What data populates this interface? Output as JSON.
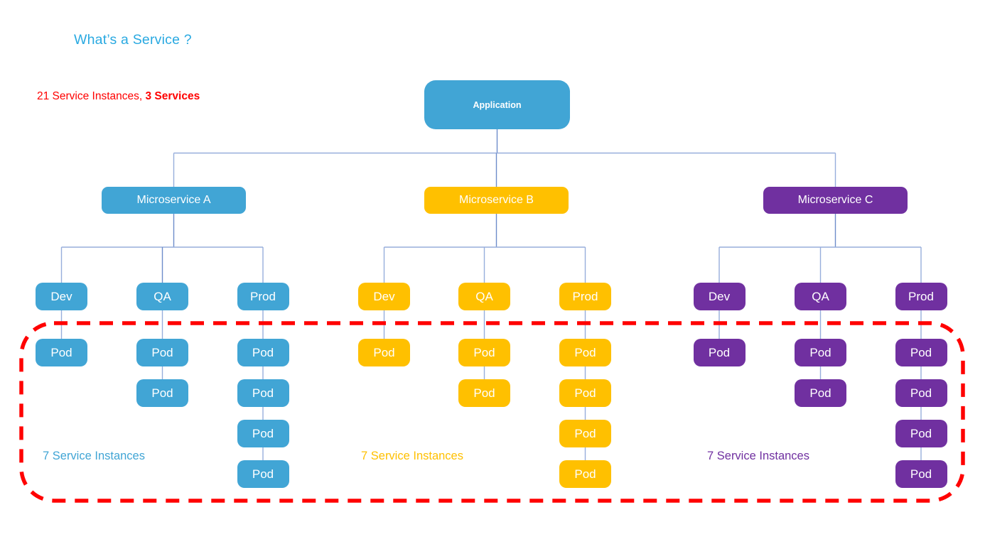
{
  "page": {
    "title": "What’s a Service ?"
  },
  "summary": {
    "text": "21 Service Instances, ",
    "bold": "3 Services"
  },
  "root": {
    "label": "Application"
  },
  "colors": {
    "blue": "#41A5D5",
    "yellow": "#FFC000",
    "purple": "#7030A0",
    "red": "#FF0000",
    "title": "#29A9E1",
    "connector_dark": "#6E8DCB",
    "connector_light": "#97AEDC",
    "boundary": "#FF0000"
  },
  "groups": [
    {
      "key": "microservice-a",
      "label": "Microservice A",
      "color_key": "blue",
      "note": "7 Service Instances",
      "environments": [
        {
          "label": "Dev",
          "pods": [
            "Pod"
          ]
        },
        {
          "label": "QA",
          "pods": [
            "Pod",
            "Pod"
          ]
        },
        {
          "label": "Prod",
          "pods": [
            "Pod",
            "Pod",
            "Pod",
            "Pod"
          ]
        }
      ]
    },
    {
      "key": "microservice-b",
      "label": "Microservice B",
      "color_key": "yellow",
      "note": "7 Service Instances",
      "environments": [
        {
          "label": "Dev",
          "pods": [
            "Pod"
          ]
        },
        {
          "label": "QA",
          "pods": [
            "Pod",
            "Pod"
          ]
        },
        {
          "label": "Prod",
          "pods": [
            "Pod",
            "Pod",
            "Pod",
            "Pod"
          ]
        }
      ]
    },
    {
      "key": "microservice-c",
      "label": "Microservice C",
      "color_key": "purple",
      "note": "7 Service Instances",
      "environments": [
        {
          "label": "Dev",
          "pods": [
            "Pod"
          ]
        },
        {
          "label": "QA",
          "pods": [
            "Pod",
            "Pod"
          ]
        },
        {
          "label": "Prod",
          "pods": [
            "Pod",
            "Pod",
            "Pod",
            "Pod"
          ]
        }
      ]
    }
  ]
}
